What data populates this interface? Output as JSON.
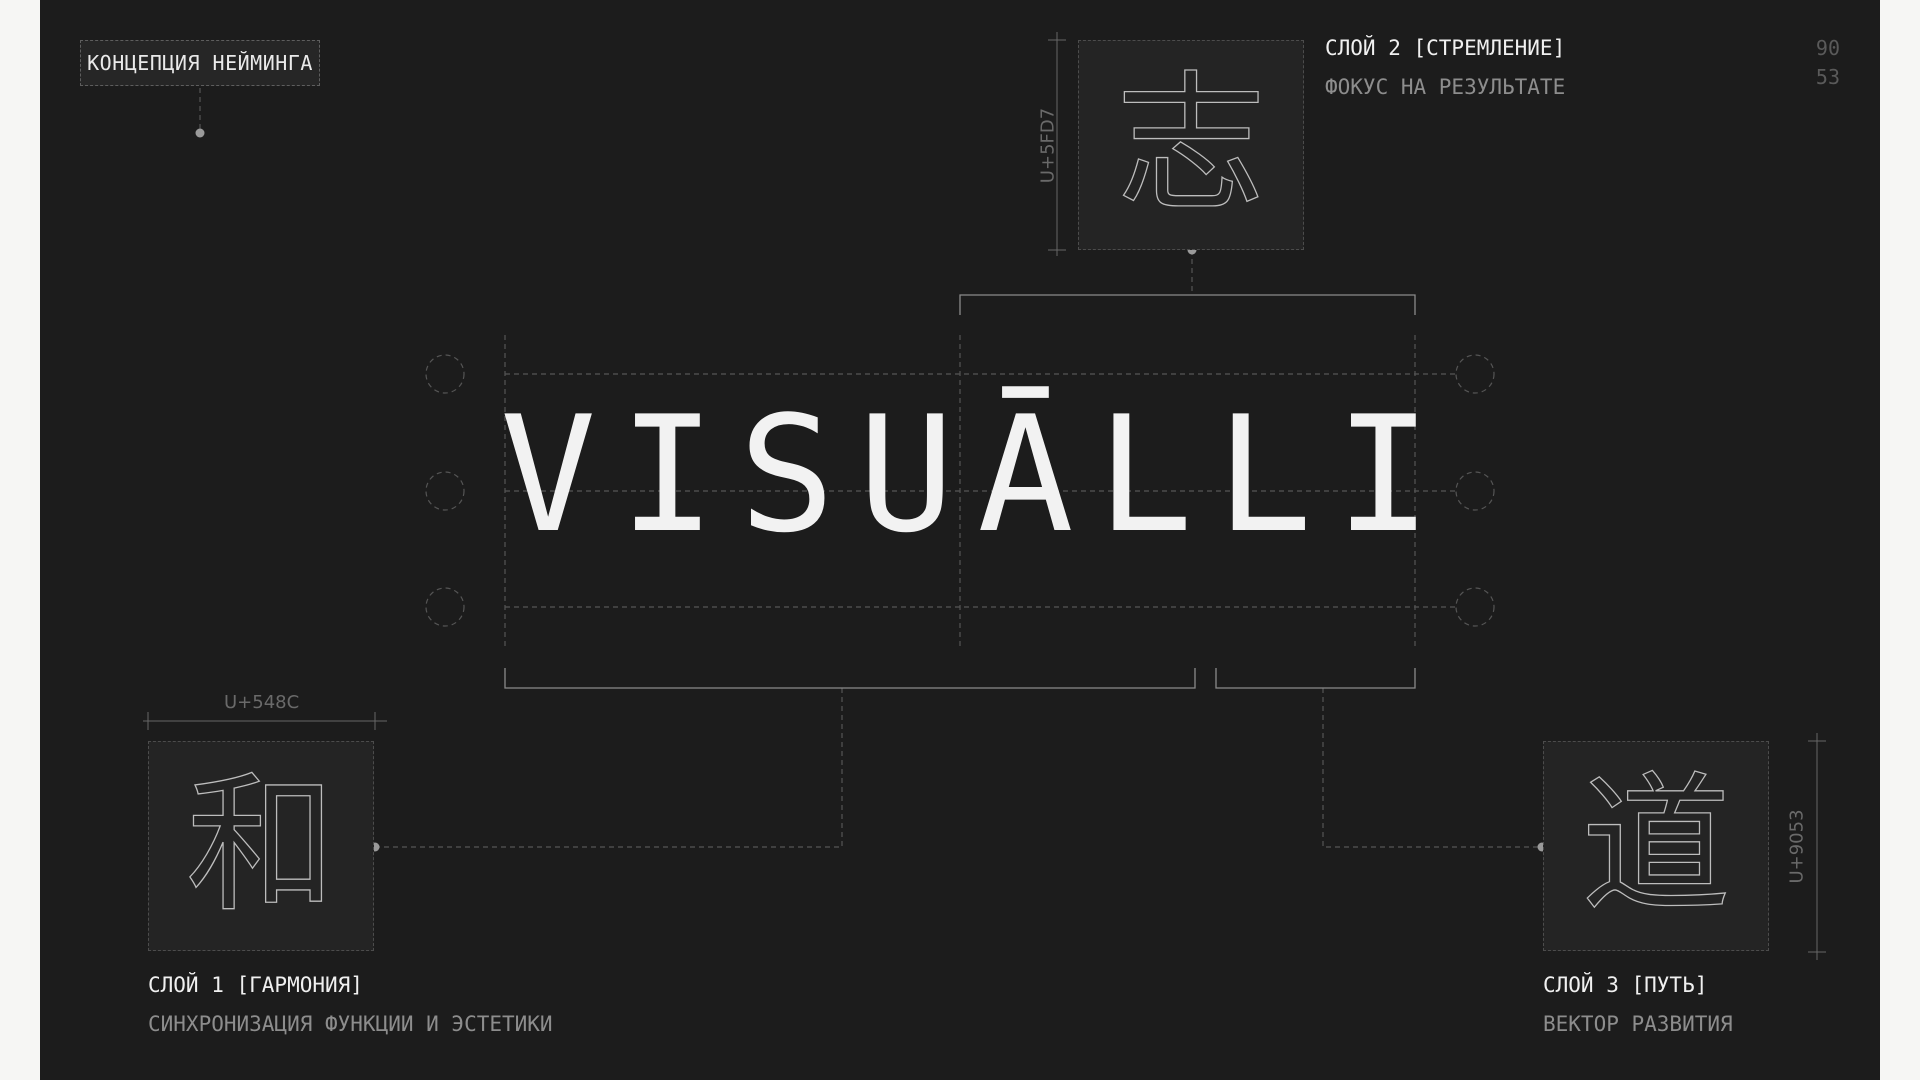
{
  "tag": {
    "label": "КОНЦЕПЦИЯ НЕЙМИНГА"
  },
  "wordmark": "VISUĀLLI",
  "pager": {
    "current": "90",
    "total": "53"
  },
  "layers": [
    {
      "title": "СЛОЙ 1 [ГАРМОНИЯ]",
      "subtitle": "СИНХРОНИЗАЦИЯ ФУНКЦИИ И ЭСТЕТИКИ",
      "glyph": "和",
      "code": "U+548C"
    },
    {
      "title": "СЛОЙ 2 [СТРЕМЛЕНИЕ]",
      "subtitle": "ФОКУС НА РЕЗУЛЬТАТЕ",
      "glyph": "志",
      "code": "U+5FD7"
    },
    {
      "title": "СЛОЙ 3 [ПУТЬ]",
      "subtitle": "ВЕКТОР РАЗВИТИЯ",
      "glyph": "道",
      "code": "U+9053"
    }
  ],
  "colors": {
    "background": "#1c1c1c",
    "page": "#f6f6f4",
    "text": "#f0f0f0",
    "muted": "#8d8d8d",
    "lines": "#5a5a5a"
  }
}
